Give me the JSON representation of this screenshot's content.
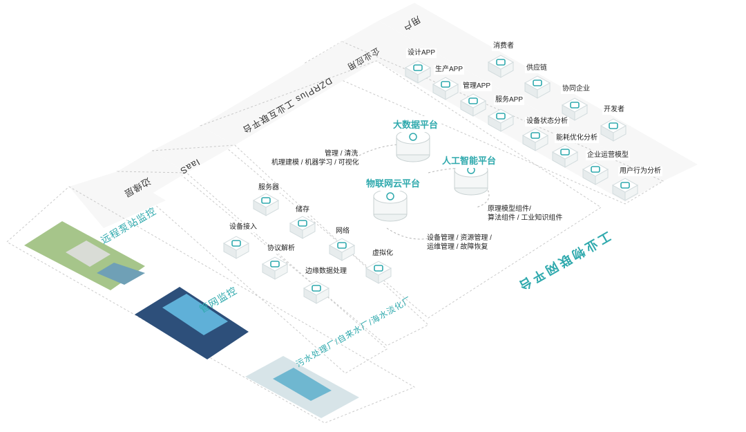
{
  "layers": {
    "user": "用户",
    "enterprise_app": "企业应用",
    "platform": "DZRPlus 工业互联平台",
    "iaas": "IaaS",
    "edge": "边缘层"
  },
  "enterprise_apps": [
    {
      "label": "设计APP",
      "icon": "design-app-icon"
    },
    {
      "label": "生产APP",
      "icon": "production-app-icon"
    },
    {
      "label": "管理APP",
      "icon": "management-app-icon"
    },
    {
      "label": "服务APP",
      "icon": "service-app-icon"
    }
  ],
  "analytics": [
    {
      "label": "设备状态分析",
      "icon": "device-status-icon"
    },
    {
      "label": "能耗优化分析",
      "icon": "energy-icon"
    },
    {
      "label": "企业运营模型",
      "icon": "operation-model-icon"
    },
    {
      "label": "用户行为分析",
      "icon": "user-behavior-icon"
    }
  ],
  "users": [
    {
      "label": "消费者",
      "icon": "consumer-icon"
    },
    {
      "label": "供应链",
      "icon": "supply-chain-icon"
    },
    {
      "label": "协同企业",
      "icon": "partner-enterprise-icon"
    },
    {
      "label": "开发者",
      "icon": "developer-icon"
    }
  ],
  "platforms": {
    "big_data": "大数据平台",
    "ai": "人工智能平台",
    "iot": "物联网云平台"
  },
  "notes": {
    "big_data_line1": "管理 / 清洗",
    "big_data_line2": "机理建模 / 机器学习 / 可视化",
    "ai_line1": "原理模型组件/",
    "ai_line2": "算法组件 / 工业知识组件",
    "iot_line1": "设备管理 / 资源管理 /",
    "iot_line2": "运维管理 / 故障恢复"
  },
  "iaas_items": [
    {
      "label": "服务器",
      "icon": "server-icon"
    },
    {
      "label": "储存",
      "icon": "storage-icon"
    },
    {
      "label": "网络",
      "icon": "network-icon"
    },
    {
      "label": "虚拟化",
      "icon": "virtualization-icon"
    }
  ],
  "edge_items": [
    {
      "label": "设备接入",
      "icon": "device-access-icon"
    },
    {
      "label": "协议解析",
      "icon": "protocol-icon"
    },
    {
      "label": "边缘数据处理",
      "icon": "edge-data-icon"
    }
  ],
  "sites": {
    "pump": "远程泵站监控",
    "pipe": "管网监控",
    "plant": "污水处理厂/自来水厂/海水淡化厂"
  },
  "brand": "工业物联网平台",
  "colors": {
    "accent": "#2fa9ad",
    "panel": "#f7f7f7"
  }
}
